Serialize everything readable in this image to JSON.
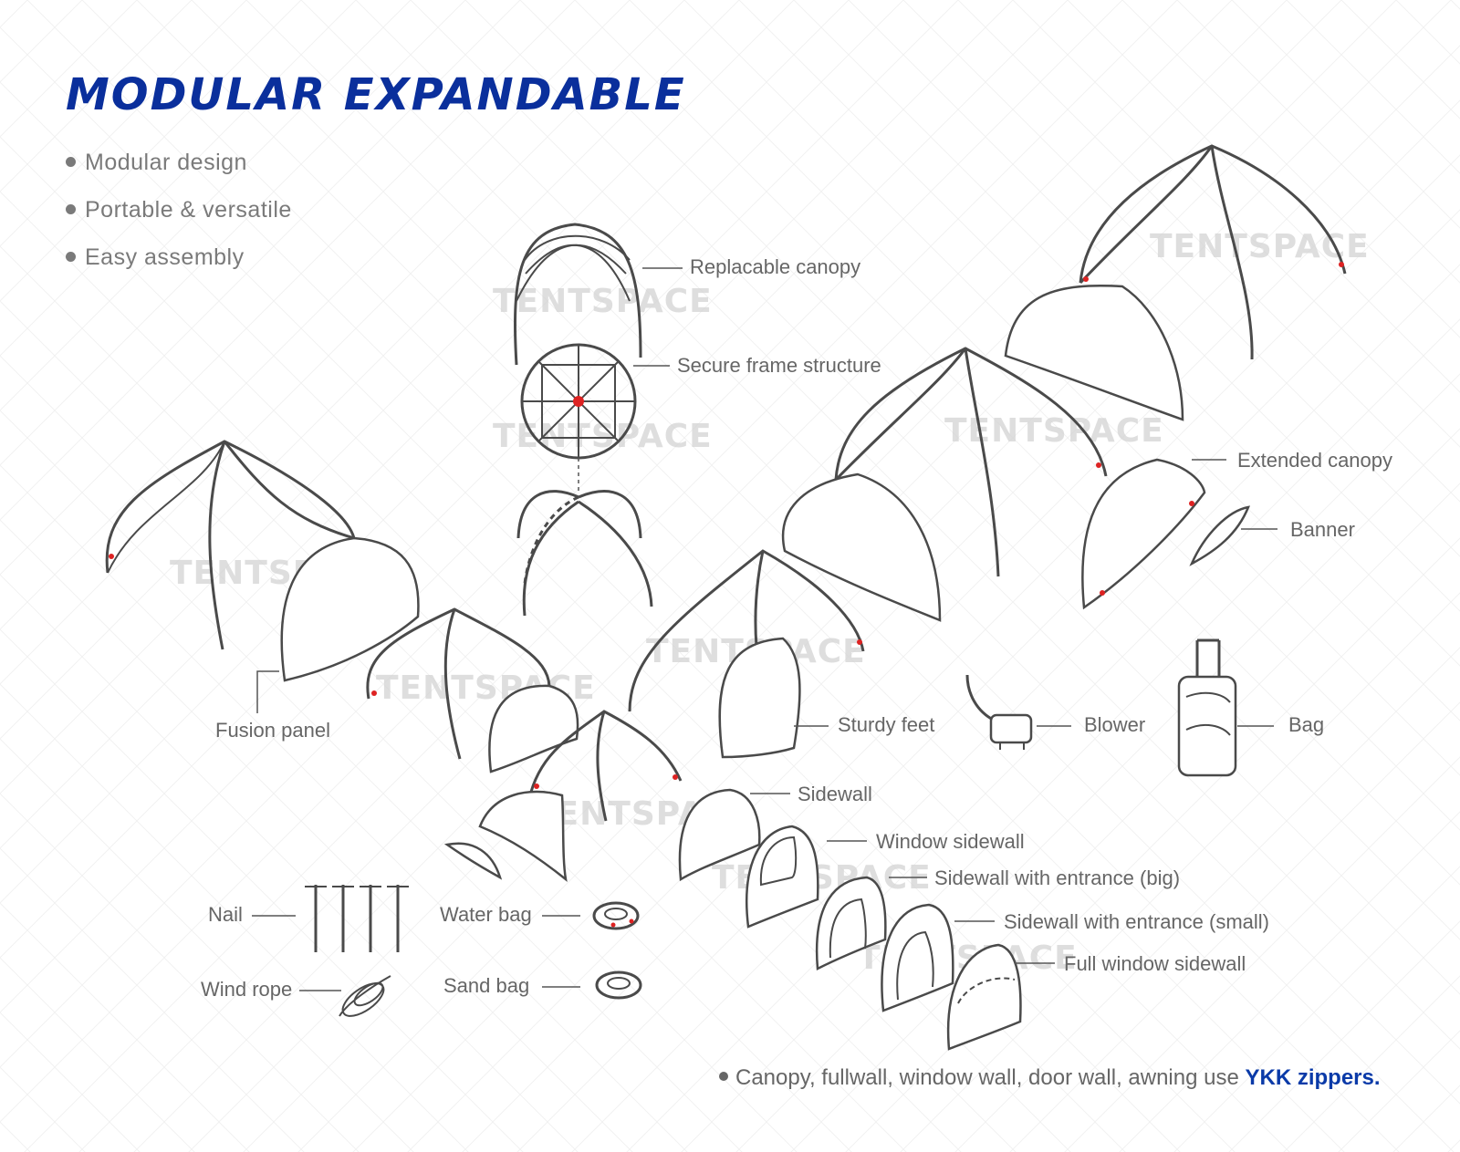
{
  "title": "MODULAR EXPANDABLE",
  "features": [
    "Modular design",
    "Portable & versatile",
    "Easy assembly"
  ],
  "watermark": {
    "light": "TENT",
    "bold": "SPACE"
  },
  "labels": {
    "replacable_canopy": "Replacable canopy",
    "secure_frame": "Secure frame structure",
    "extended_canopy": "Extended canopy",
    "banner": "Banner",
    "fusion_panel": "Fusion panel",
    "sturdy_feet": "Sturdy feet",
    "blower": "Blower",
    "bag": "Bag",
    "sidewall": "Sidewall",
    "window_sidewall": "Window sidewall",
    "sidewall_entrance_big": "Sidewall with entrance (big)",
    "sidewall_entrance_small": "Sidewall with entrance (small)",
    "full_window_sidewall": "Full window sidewall",
    "nail": "Nail",
    "wind_rope": "Wind rope",
    "water_bag": "Water bag",
    "sand_bag": "Sand bag"
  },
  "footer": {
    "text": "Canopy, fullwall, window wall, door wall, awning use ",
    "brand": "YKK zippers."
  },
  "colors": {
    "title": "#0a2f9c",
    "brand": "#0a3aa8",
    "accent_dot": "#d22222"
  }
}
